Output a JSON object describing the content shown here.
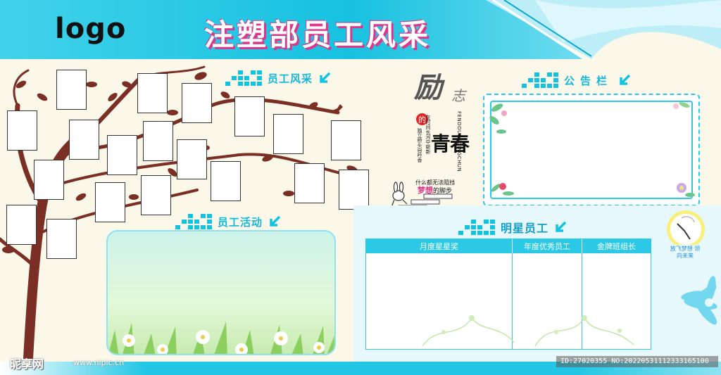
{
  "header": {
    "logo": "logo",
    "title": "注塑部员工风采"
  },
  "sections": {
    "staff_style": "员工风采",
    "staff_activity": "员工活动",
    "bulletin": "公告栏",
    "star_staff": "明星员工"
  },
  "star_table": {
    "columns": [
      "月度星星奖",
      "年度优秀员工",
      "金牌班组长"
    ]
  },
  "inspire": {
    "title_big": "励",
    "title_small": "志",
    "youth": "青春",
    "seal": "的",
    "pinyin": "FENDOUDEQINGCHUN",
    "poem_left": "独立桥头自吟香",
    "poem_right": "在时间长河中崭新",
    "line1": "什么都无法阻挡",
    "line2_highlight": "梦想",
    "line2_rest": "的脚步"
  },
  "badge": {
    "text": "放飞梦想 领向未来"
  },
  "watermark": {
    "left": "昵享网",
    "url": "www.nipic.cn",
    "right": "ID:27020355 NO:20220531112333165100"
  },
  "colors": {
    "accent": "#12c3e0",
    "title_shadow": "#e0338a",
    "tree_trunk": "#7a2e24",
    "background": "#fbf8ea"
  }
}
